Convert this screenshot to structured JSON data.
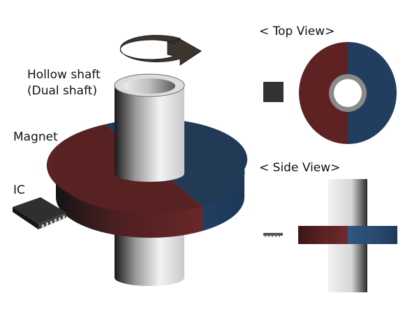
{
  "labels": {
    "hollow_shaft": "Hollow shaft",
    "dual_shaft": "(Dual shaft)",
    "magnet": "Magnet",
    "ic": "IC",
    "top_view": "< Top View>",
    "side_view": "< Side View>"
  },
  "colors": {
    "north_pole": "#6e2a2a",
    "south_pole": "#24405e",
    "shaft": "#e2e2e2",
    "ic_chip": "#2e2e2e",
    "rotation_arrow": "#3b352e"
  }
}
